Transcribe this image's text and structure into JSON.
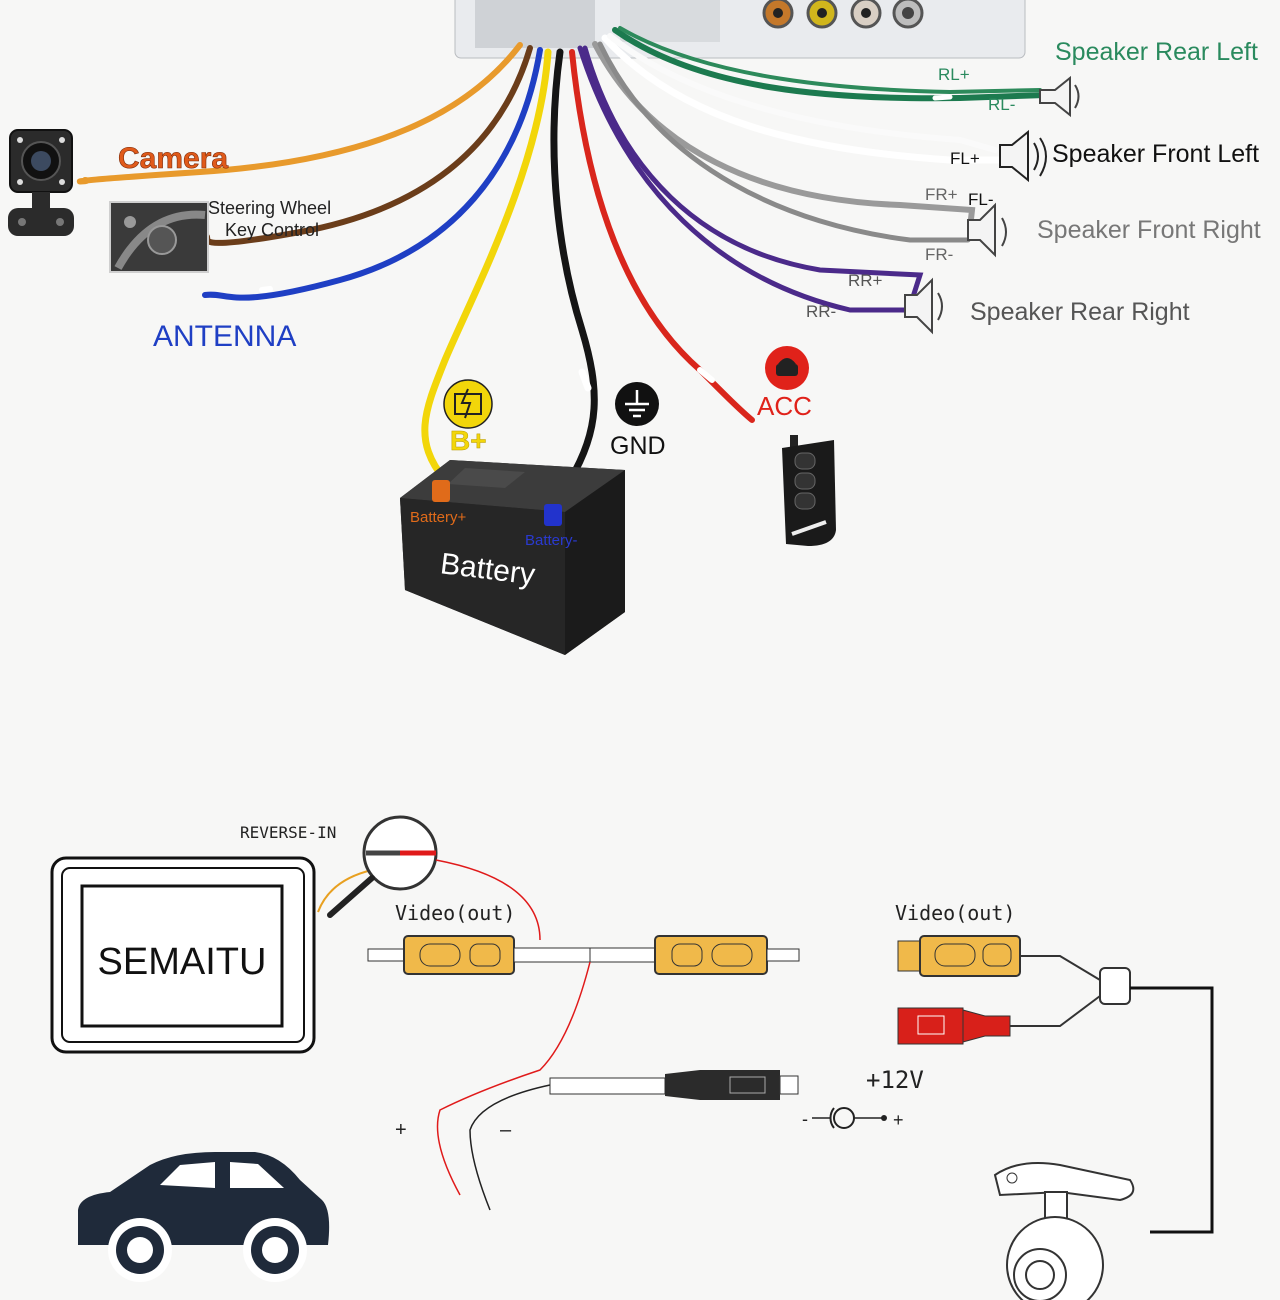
{
  "top_diagram": {
    "camera_label": "Camera",
    "steering_label_line1": "Steering Wheel",
    "steering_label_line2": "Key Control",
    "antenna_label": "ANTENNA",
    "bplus_label": "B+",
    "gnd_label": "GND",
    "acc_label": "ACC",
    "battery_text": "Battery",
    "battery_pos_label": "Battery+",
    "battery_neg_label": "Battery-",
    "speakers": {
      "rear_left": "Speaker Rear Left",
      "front_left": "Speaker Front Left",
      "front_right": "Speaker Front Right",
      "rear_right": "Speaker Rear Right"
    },
    "terminals": {
      "rl_plus": "RL+",
      "rl_minus": "RL-",
      "fl_plus": "FL+",
      "fl_minus": "FL-",
      "fr_plus": "FR+",
      "fr_minus": "FR-",
      "rr_plus": "RR+",
      "rr_minus": "RR-"
    },
    "colors": {
      "camera_wire": "#e89a2c",
      "steering_wire": "#6b3d1a",
      "antenna_wire": "#1f3fc4",
      "bplus_wire": "#f2d60a",
      "gnd_wire": "#151515",
      "acc_wire": "#d9261c",
      "rear_left_wire": "#1c7a4f",
      "front_left_wire": "#ffffff",
      "front_right_wire": "#9a9a9a",
      "rear_right_wire": "#4b2a8a",
      "camera_text": "#e05a1a",
      "antenna_text": "#1f3fc4",
      "rear_left_text": "#2a8a5e"
    }
  },
  "bottom_diagram": {
    "reverse_in_label": "REVERSE-IN",
    "brand_text": "SEMAITU",
    "video_out_left": "Video(out)",
    "video_out_right": "Video(out)",
    "plus_label": "+",
    "minus_label": "–",
    "power_label": "+12V",
    "polarity_minus": "-",
    "polarity_plus": "+"
  }
}
